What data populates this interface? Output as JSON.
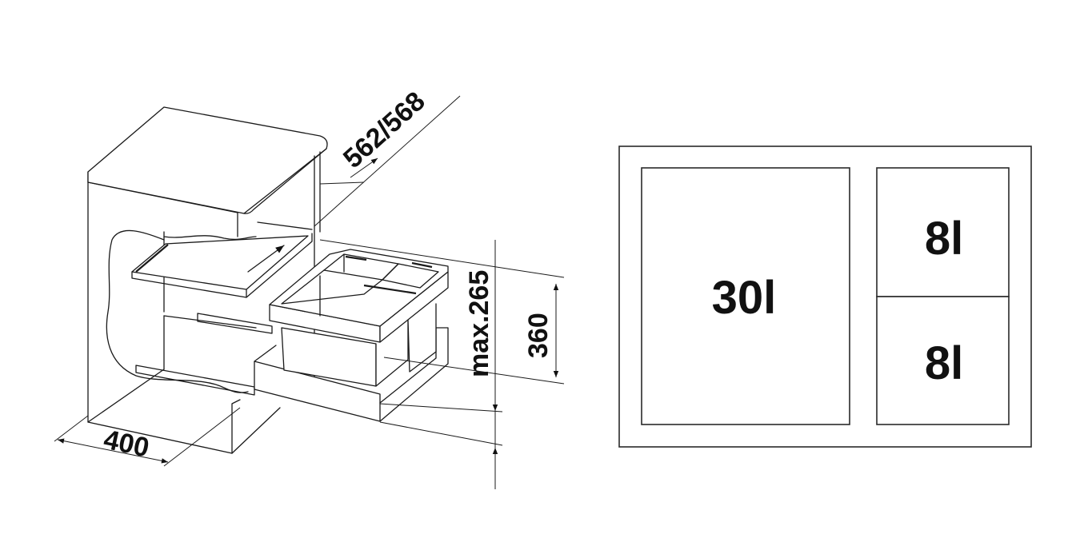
{
  "left_drawing": {
    "title": "cabinet-pull-out-bin-isometric",
    "dimensions": {
      "depth": "562/568",
      "width": "400",
      "max_height": "max.265",
      "height": "360"
    }
  },
  "right_drawing": {
    "title": "bin-compartment-layout",
    "compartments": [
      {
        "label": "30l",
        "position": "left"
      },
      {
        "label": "8l",
        "position": "right-top"
      },
      {
        "label": "8l",
        "position": "right-bottom"
      }
    ]
  },
  "colors": {
    "line": "#1a1a1a",
    "background": "#ffffff"
  }
}
